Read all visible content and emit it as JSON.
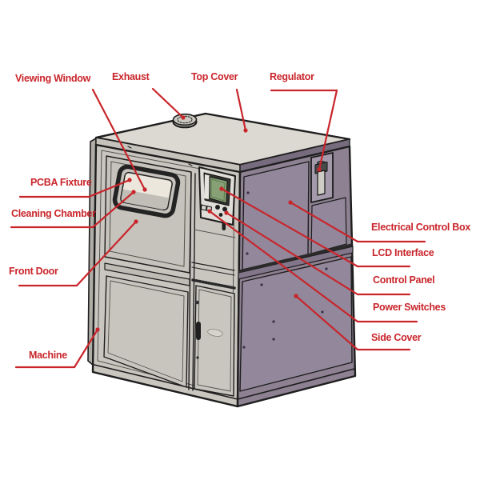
{
  "figure": {
    "type": "labeled-machine-diagram"
  },
  "labels": {
    "viewing_window": "Viewing Window",
    "exhaust": "Exhaust",
    "top_cover": "Top Cover",
    "regulator": "Regulator",
    "pcba_fixture": "PCBA Fixture",
    "cleaning_chamber": "Cleaning Chamber",
    "front_door": "Front Door",
    "machine": "Machine",
    "electrical_control_box": "Electrical Control Box",
    "lcd_interface": "LCD Interface",
    "control_panel": "Control Panel",
    "power_switches": "Power Switches",
    "side_cover": "Side Cover"
  },
  "colors": {
    "label_red": "#c9252b",
    "outline": "#1e1e1e",
    "machine_top": "#dcd9d2",
    "machine_front": "#c9c6c0",
    "machine_side": "#8d8192",
    "machine_side_panel": "#92879b",
    "window_glass": "#ebe7dc",
    "lcd_green": "#87a075",
    "background": "#ffffff"
  }
}
